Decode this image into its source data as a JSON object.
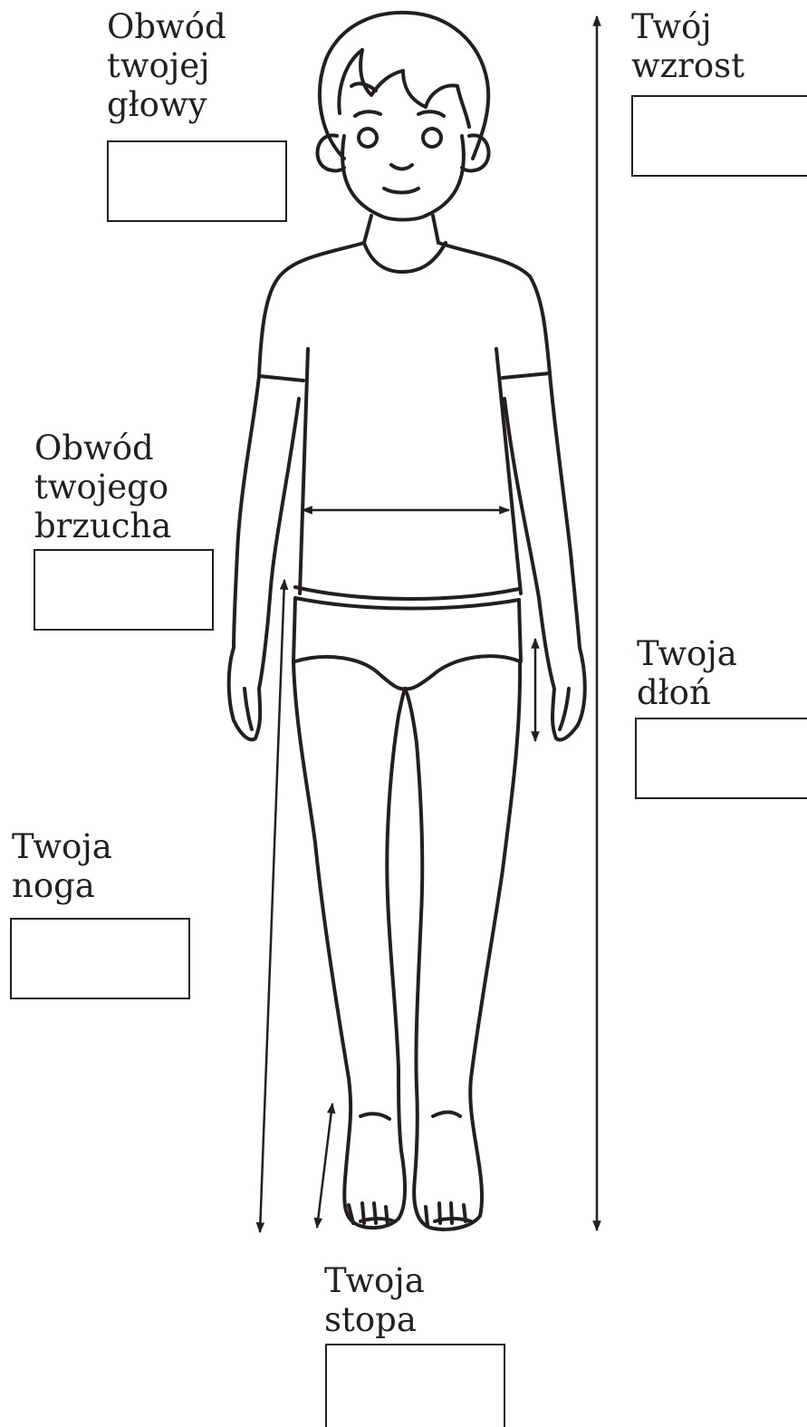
{
  "labels": {
    "head": {
      "line1": "Obwód",
      "line2": "twojej",
      "line3": "głowy"
    },
    "height": {
      "line1": "Twój",
      "line2": "wzrost"
    },
    "belly": {
      "line1": "Obwód",
      "line2": "twojego",
      "line3": "brzucha"
    },
    "hand": {
      "line1": "Twoja",
      "line2": "dłoń"
    },
    "leg": {
      "line1": "Twoja",
      "line2": "noga"
    },
    "foot": {
      "line1": "Twoja",
      "line2": "stopa"
    }
  },
  "answer_boxes": {
    "head": "",
    "height": "",
    "belly": "",
    "hand": "",
    "leg": "",
    "foot": ""
  },
  "colors": {
    "ink": "#231f20",
    "paper": "#ffffff"
  }
}
